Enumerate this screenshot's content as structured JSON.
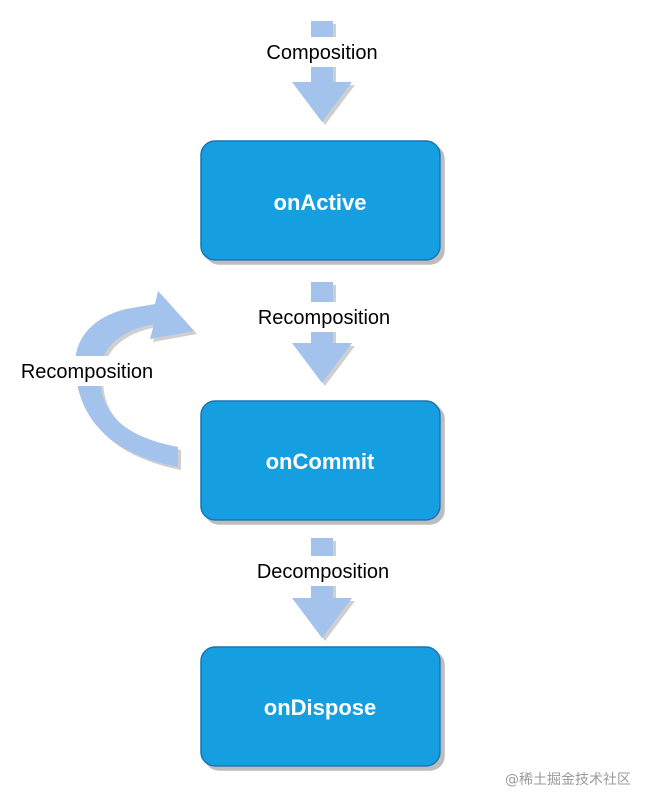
{
  "diagram": {
    "states": {
      "active": "onActive",
      "commit": "onCommit",
      "dispose": "onDispose"
    },
    "transitions": {
      "composition": "Composition",
      "recomposition": "Recomposition",
      "loop": "Recomposition",
      "decomposition": "Decomposition"
    }
  },
  "watermark": "@稀土掘金技术社区",
  "colors": {
    "box_fill": "#199fe0",
    "box_border": "#1774b3",
    "box_shadow": "#bdbdbd",
    "arrow_fill": "#a4c3ec",
    "arrow_shadow": "#c9c9c9"
  },
  "icons": {
    "transition": "down-arrow-icon",
    "loop": "curved-loop-arrow-icon"
  }
}
